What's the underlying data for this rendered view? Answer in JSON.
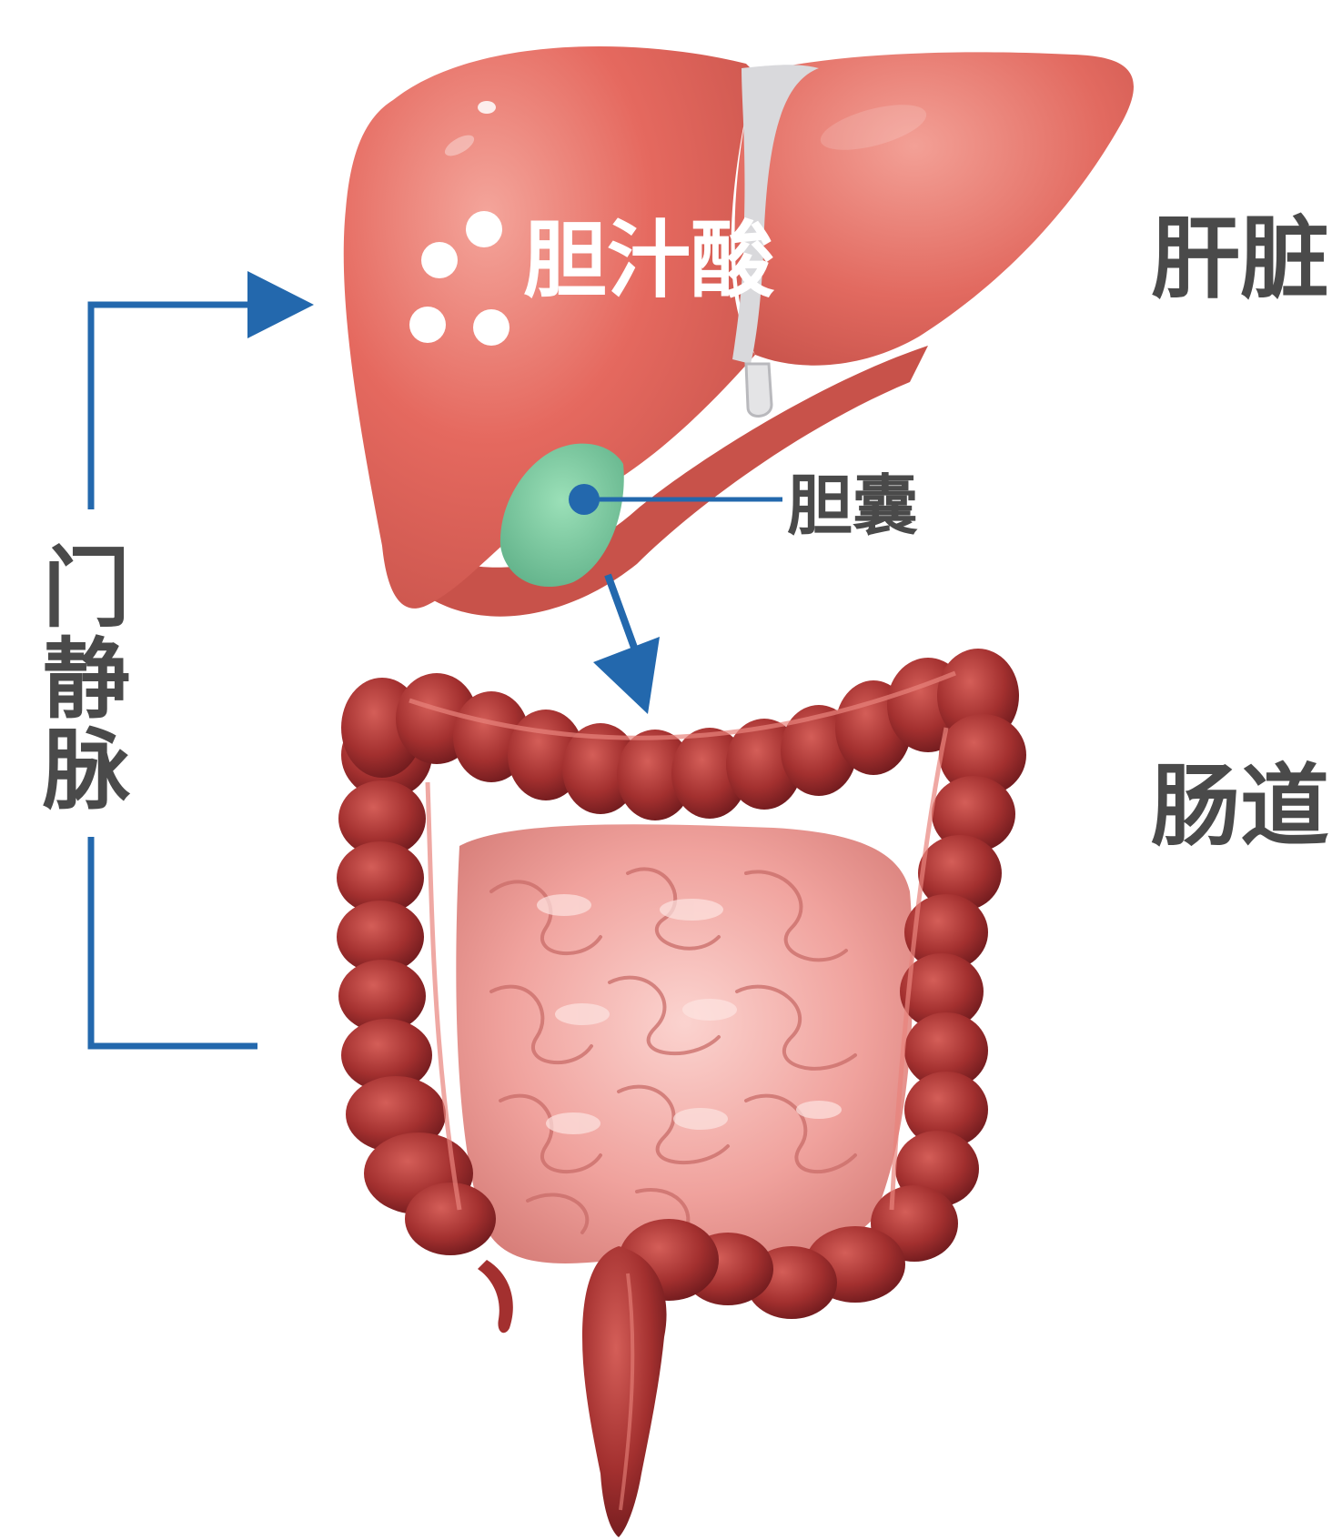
{
  "labels": {
    "bile_acid": "胆汁酸",
    "liver": "肝脏",
    "gallbladder": "胆囊",
    "intestine": "肠道",
    "portal_vein": [
      "门",
      "静",
      "脉"
    ]
  },
  "colors": {
    "arrow_blue": "#2368ad",
    "label_gray": "#4a4a4a",
    "label_white": "#ffffff",
    "liver": "#e2675e",
    "liver_light": "#f19a90",
    "liver_dark": "#b84a43",
    "gallbladder": "#7fcaa0",
    "colon": "#9c2c2e",
    "colon_dark": "#6e1a1d",
    "colon_light": "#c8504c",
    "small_intestine": "#f2aaa6",
    "small_intestine_dark": "#d9807c"
  }
}
